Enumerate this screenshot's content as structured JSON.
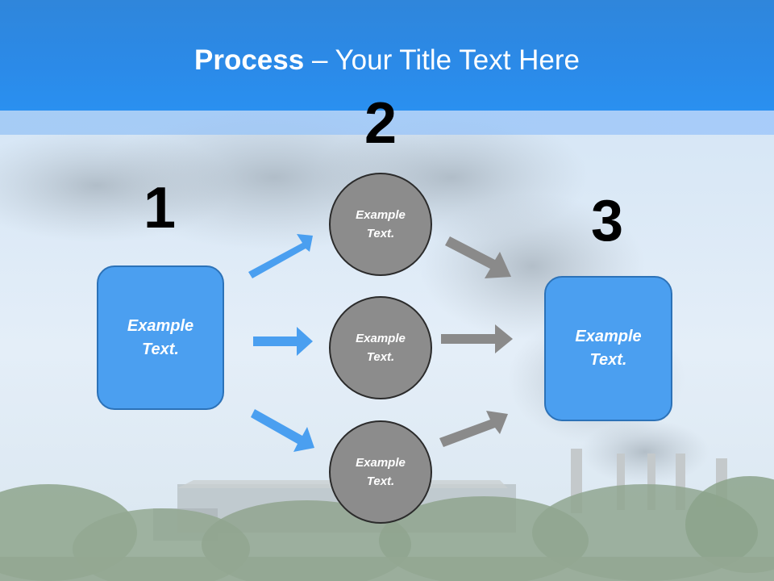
{
  "slide": {
    "title_bold": "Process",
    "title_rest": " – Your Title Text Here"
  },
  "steps": {
    "num1": "1",
    "num2": "2",
    "num3": "3"
  },
  "left_box": {
    "text": "Example\nText."
  },
  "circles": [
    {
      "text": "Example\nText."
    },
    {
      "text": "Example\nText."
    },
    {
      "text": "Example\nText."
    }
  ],
  "right_box": {
    "text": "Example\nText."
  },
  "colors": {
    "header": "#2b8ae8",
    "box_fill": "#4b9ff0",
    "circle_fill": "#8c8c8c",
    "blue_arrow": "#4a9ff0",
    "gray_arrow": "#8a8a8a"
  }
}
